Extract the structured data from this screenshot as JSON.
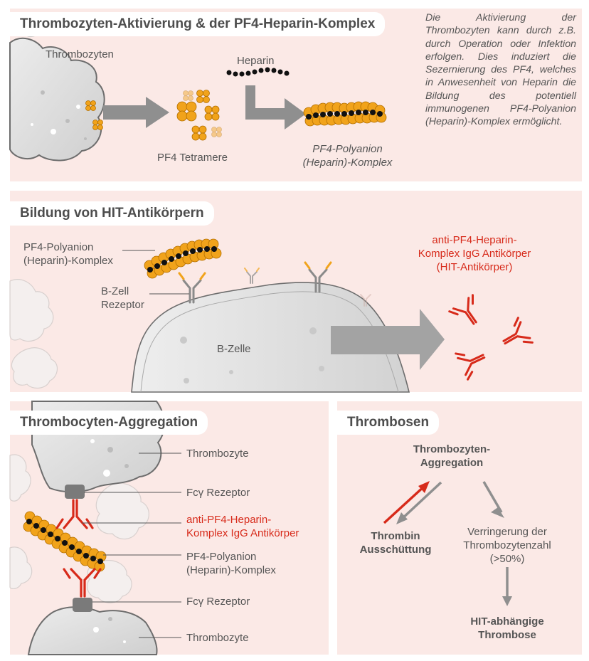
{
  "panel1": {
    "title": "Thrombozyten-Aktivierung & der PF4-Heparin-Komplex",
    "thrombozyten_label": "Thrombozyten",
    "heparin_label": "Heparin",
    "pf4_tetramere_label": "PF4 Tetramere",
    "complex_label_line1": "PF4-Polyanion",
    "complex_label_line2": "(Heparin)-Komplex",
    "description": "Die Aktivierung der Thrombozyten kann durch z.B. durch Operation oder Infektion erfolgen. Dies induziert die Sezernierung des PF4, welches in Anwesenheit von Heparin die Bildung des potentiell immunogenen PF4-Polyanion (Heparin)-Komplex ermöglicht."
  },
  "panel2": {
    "title": "Bildung von HIT-Antikörpern",
    "complex_label_line1": "PF4-Polyanion",
    "complex_label_line2": "(Heparin)-Komplex",
    "receptor_label_line1": "B-Zell",
    "receptor_label_line2": "Rezeptor",
    "bcell_label": "B-Zelle",
    "antibody_label_line1": "anti-PF4-Heparin-",
    "antibody_label_line2": "Komplex IgG Antikörper",
    "antibody_label_line3": "(HIT-Antikörper)"
  },
  "panel3": {
    "title": "Thrombocyten-Aggregation",
    "thrombozyte_top": "Thrombozyte",
    "fc_receptor_top": "Fcγ Rezeptor",
    "antibody_line1": "anti-PF4-Heparin-",
    "antibody_line2": "Komplex IgG Antikörper",
    "complex_line1": "PF4-Polyanion",
    "complex_line2": "(Heparin)-Komplex",
    "fc_receptor_bottom": "Fcγ Rezeptor",
    "thrombozyte_bottom": "Thrombozyte"
  },
  "panel4": {
    "title": "Thrombosen",
    "aggregation_line1": "Thrombozyten-",
    "aggregation_line2": "Aggregation",
    "thrombin_line1": "Thrombin",
    "thrombin_line2": "Ausschüttung",
    "reduction_line1": "Verringerung der",
    "reduction_line2": "Thrombozytenzahl",
    "reduction_line3": "(>50%)",
    "thrombose_line1": "HIT-abhängige",
    "thrombose_line2": "Thrombose"
  },
  "colors": {
    "panel_bg": "#fbe9e6",
    "pf4_orange": "#f1a31b",
    "antibody_red": "#d72a1a",
    "arrow_gray": "#8f8f8f"
  }
}
